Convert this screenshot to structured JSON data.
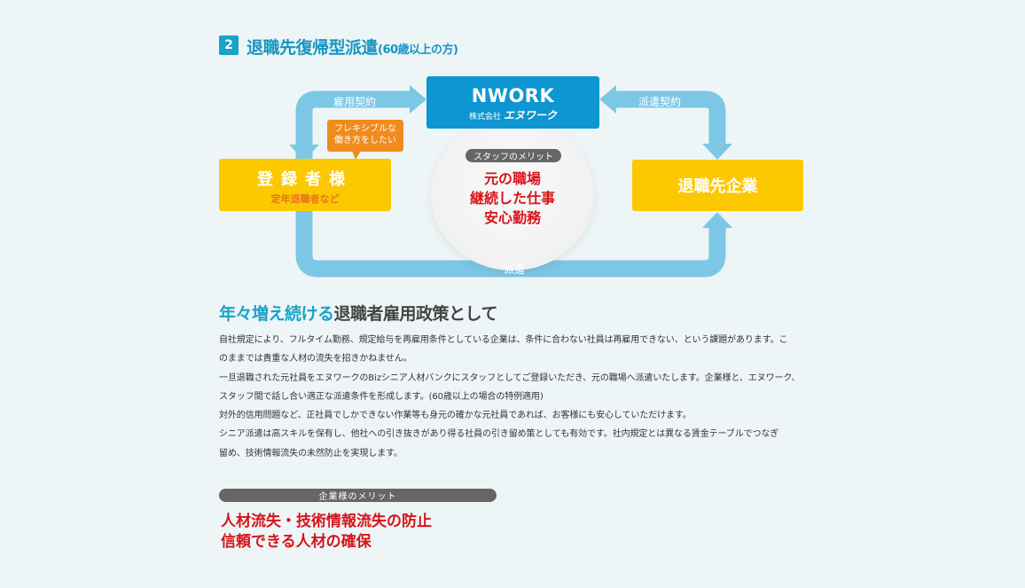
{
  "header": {
    "number": "2",
    "title": "退職先復帰型派遣",
    "subtitle": "(60歳以上の方)"
  },
  "diagram": {
    "nwork_logo": "NWORK",
    "nwork_company_prefix": "株式会社",
    "nwork_company_name": "エヌワーク",
    "registrant_title": "登録者様",
    "registrant_subtitle": "定年退職者など",
    "employer_title": "退職先企業",
    "bubble_line1": "フレキシブルな",
    "bubble_line2": "働き方をしたい",
    "staff_merit_label": "スタッフのメリット",
    "staff_merits": [
      "元の職場",
      "継続した仕事",
      "安心勤務"
    ],
    "arrow_left_label": "雇用契約",
    "arrow_right_label": "派遣契約",
    "arrow_bottom_label": "派遣",
    "colors": {
      "arrow": "#7cc7e5",
      "nwork": "#0d96d1",
      "box": "#fcc800",
      "bubble": "#f08b1d",
      "merit_red": "#d7141a"
    }
  },
  "section": {
    "title_highlight": "年々増え続ける",
    "title_rest": "退職者雇用政策として",
    "paragraphs": [
      "自社規定により、フルタイム勤務、規定給与を再雇用条件としている企業は、条件に合わない社員は再雇用できない、という課題があります。こ",
      "のままでは貴重な人材の流失を招きかねません。",
      "一旦退職された元社員をエヌワークのBizシニア人材バンクにスタッフとしてご登録いただき、元の職場へ派遣いたします。企業様と、エヌワーク、",
      "スタッフ間で話し合い適正な派遣条件を形成します。(60歳以上の場合の特例適用)",
      "対外的信用問題など、正社員でしかできない作業等も身元の確かな元社員であれば、お客様にも安心していただけます。",
      "シニア派遣は高スキルを保有し、他社への引き抜きがあり得る社員の引き留め策としても有効です。社内規定とは異なる賃金テーブルでつなぎ",
      "留め、技術情報流失の未然防止を実現します。"
    ]
  },
  "corporate": {
    "merit_label": "企業様のメリット",
    "merit_line1": "人材流失・技術情報流失の防止",
    "merit_line2": "信頼できる人材の確保"
  }
}
